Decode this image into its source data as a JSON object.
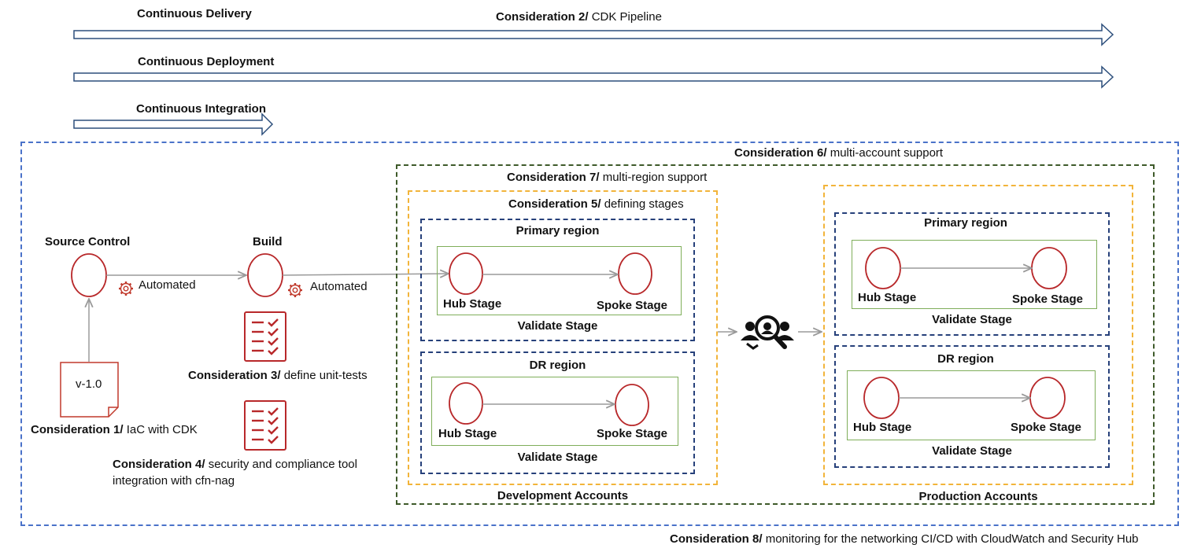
{
  "pipeline_arrows": {
    "continuous_delivery": "Continuous Delivery",
    "continuous_deployment": "Continuous Deployment",
    "continuous_integration": "Continuous Integration"
  },
  "considerations": {
    "c1": {
      "tag": "Consideration 1/",
      "text": " IaC with CDK"
    },
    "c2": {
      "tag": "Consideration 2/",
      "text": " CDK Pipeline"
    },
    "c3": {
      "tag": "Consideration 3/",
      "text": " define unit-tests"
    },
    "c4": {
      "tag": "Consideration 4/",
      "text": " security and compliance tool",
      "text2": "integration with cfn-nag"
    },
    "c5": {
      "tag": "Consideration 5/",
      "text": " defining stages"
    },
    "c6": {
      "tag": "Consideration 6/",
      "text": " multi-account support"
    },
    "c7": {
      "tag": "Consideration 7/",
      "text": " multi-region support"
    },
    "c8": {
      "tag": "Consideration 8/",
      "text": " monitoring for the networking CI/CD with CloudWatch and Security Hub"
    }
  },
  "source": {
    "source_control": "Source Control",
    "build": "Build",
    "automated_1": "Automated",
    "automated_2": "Automated",
    "version_doc": "v-1.0"
  },
  "dev": {
    "accounts_label": "Development Accounts",
    "primary": {
      "title": "Primary region",
      "hub": "Hub Stage",
      "spoke": "Spoke Stage",
      "validate": "Validate Stage"
    },
    "dr": {
      "title": "DR region",
      "hub": "Hub Stage",
      "spoke": "Spoke Stage",
      "validate": "Validate Stage"
    }
  },
  "prod": {
    "accounts_label": "Production Accounts",
    "primary": {
      "title": "Primary region",
      "hub": "Hub Stage",
      "spoke": "Spoke Stage",
      "validate": "Validate Stage"
    },
    "dr": {
      "title": "DR region",
      "hub": "Hub Stage",
      "spoke": "Spoke Stage",
      "validate": "Validate Stage"
    }
  },
  "icons": {
    "gear": "gear-icon",
    "checklist": "checklist-icon",
    "approval": "manual-approval-icon",
    "document": "document-icon"
  },
  "colors": {
    "arrow_outline": "#2d4f7c",
    "stage_circle": "#b8282a",
    "connector": "#9a9a9a",
    "blue_dash": "#4a72c9",
    "green_dash": "#3e5a2a",
    "yellow_dash": "#f2b43a",
    "region_dash": "#26407a",
    "validate_border": "#7fae5a"
  }
}
